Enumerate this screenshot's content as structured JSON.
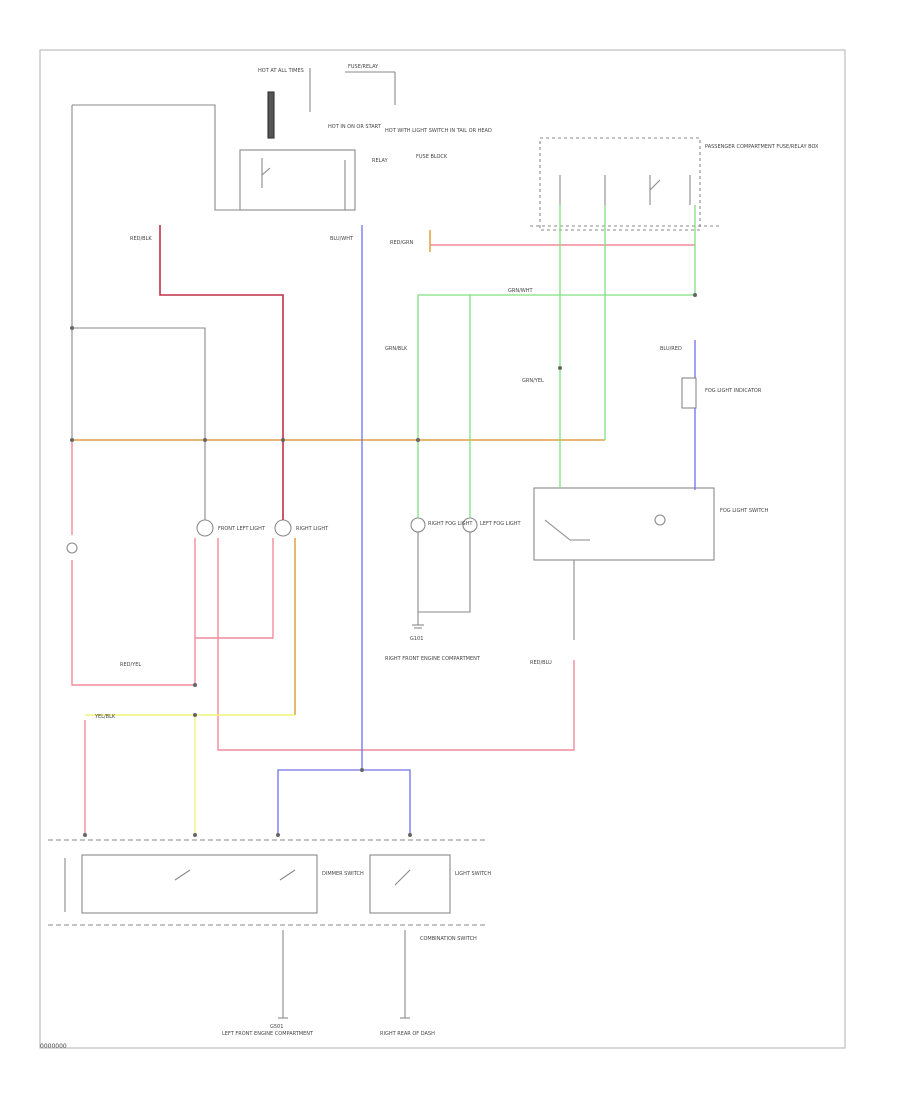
{
  "diagram": {
    "code": "0000000",
    "colors": {
      "frame": "#bdbdbd",
      "wire_black": "#8a8a8a",
      "wire_red": "#f28c9a",
      "wire_darkred": "#c0304a",
      "wire_orange": "#e0a040",
      "wire_blue": "#7070ee",
      "wire_green": "#7fe07f",
      "wire_yellow": "#f2f27a"
    },
    "labels": [
      {
        "text": "HOT AT ALL TIMES"
      },
      {
        "text": "FUSE/RELAY"
      },
      {
        "text": "HOT IN ON OR START"
      },
      {
        "text": "HOT WITH LIGHT SWITCH IN TAIL OR HEAD"
      },
      {
        "text": "FUSE BLOCK"
      },
      {
        "text": "RELAY"
      },
      {
        "text": "PASSENGER COMPARTMENT FUSE/RELAY BOX"
      },
      {
        "text": "RED/BLK"
      },
      {
        "text": "BLU/WHT"
      },
      {
        "text": "GRN/WHT"
      },
      {
        "text": "RED/GRN"
      },
      {
        "text": "GRN/YEL"
      },
      {
        "text": "BLU/RED"
      },
      {
        "text": "GRN/BLK"
      },
      {
        "text": "FOG LIGHT INDICATOR"
      },
      {
        "text": "RIGHT FOG LIGHT"
      },
      {
        "text": "LEFT FOG LIGHT"
      },
      {
        "text": "FRONT LEFT LIGHT"
      },
      {
        "text": "RIGHT LIGHT"
      },
      {
        "text": "FOG LIGHT SWITCH"
      },
      {
        "text": "G101"
      },
      {
        "text": "RIGHT FRONT ENGINE COMPARTMENT"
      },
      {
        "text": "RED/BLU"
      },
      {
        "text": "YEL/BLK"
      },
      {
        "text": "RED/YEL"
      },
      {
        "text": "DIMMER SWITCH"
      },
      {
        "text": "LIGHT SWITCH"
      },
      {
        "text": "COMBINATION SWITCH"
      },
      {
        "text": "LEFT FRONT ENGINE COMPARTMENT"
      },
      {
        "text": "RIGHT REAR OF DASH"
      },
      {
        "text": "G501"
      }
    ]
  }
}
